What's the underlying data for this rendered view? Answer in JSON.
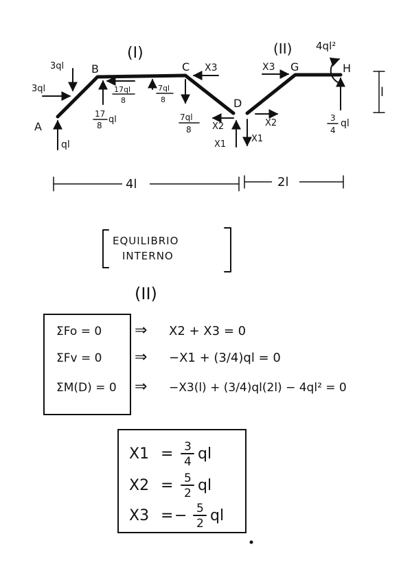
{
  "diagram": {
    "part_labels": {
      "part1": "(I)",
      "part2": "(II)"
    },
    "nodes": {
      "A": "A",
      "B": "B",
      "C": "C",
      "D": "D",
      "G": "G",
      "H": "H"
    },
    "loads": {
      "b_vertical": "3ql",
      "b_horizontal": "3ql",
      "a_reaction": "ql",
      "b_reaction_num": "17",
      "b_reaction_den": "8",
      "b_reaction_unit": "ql",
      "bc_left_num": "17ql",
      "bc_left_den": "8",
      "bc_right_num": "7ql",
      "bc_right_den": "8",
      "c_down_num": "7ql",
      "c_down_den": "8",
      "x3_left": "X3",
      "x3_right": "X3",
      "x2_left": "X2",
      "x2_right": "X2",
      "x1_left": "X1",
      "x1_right": "X1",
      "moment": "4ql²",
      "h_reaction_num": "3",
      "h_reaction_den": "4",
      "h_reaction_unit": "ql",
      "height": "l"
    },
    "dimensions": {
      "span1": "4l",
      "span2": "2l"
    }
  },
  "heading_box": {
    "line1": "EQUILIBRIO",
    "line2": "INTERNO"
  },
  "section_label": "(II)",
  "equations": [
    {
      "lhs": "ΣFo = 0",
      "arrow": "⇒",
      "rhs": "X2 + X3 = 0"
    },
    {
      "lhs": "ΣFv = 0",
      "arrow": "⇒",
      "rhs": "−X1 + (3/4)ql = 0"
    },
    {
      "lhs": "ΣM(D) = 0",
      "arrow": "⇒",
      "rhs": "−X3(l) + (3/4)ql(2l) − 4ql² = 0"
    }
  ],
  "results": [
    {
      "lhs": "X1",
      "eq": "=",
      "sign": "",
      "num": "3",
      "den": "4",
      "unit": "ql"
    },
    {
      "lhs": "X2",
      "eq": "=",
      "sign": "",
      "num": "5",
      "den": "2",
      "unit": "ql"
    },
    {
      "lhs": "X3",
      "eq": "=",
      "sign": "−",
      "num": "5",
      "den": "2",
      "unit": "ql"
    }
  ]
}
